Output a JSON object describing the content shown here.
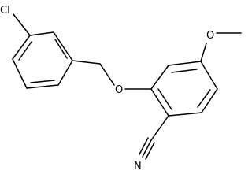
{
  "molecule": {
    "atom_labels": {
      "chlorine": "Cl",
      "ether_oxygen": "O",
      "methoxy_oxygen": "O",
      "nitrile_nitrogen": "N"
    }
  },
  "colors": {
    "bond": "#000000",
    "text": "#000000",
    "background": "#ffffff"
  }
}
